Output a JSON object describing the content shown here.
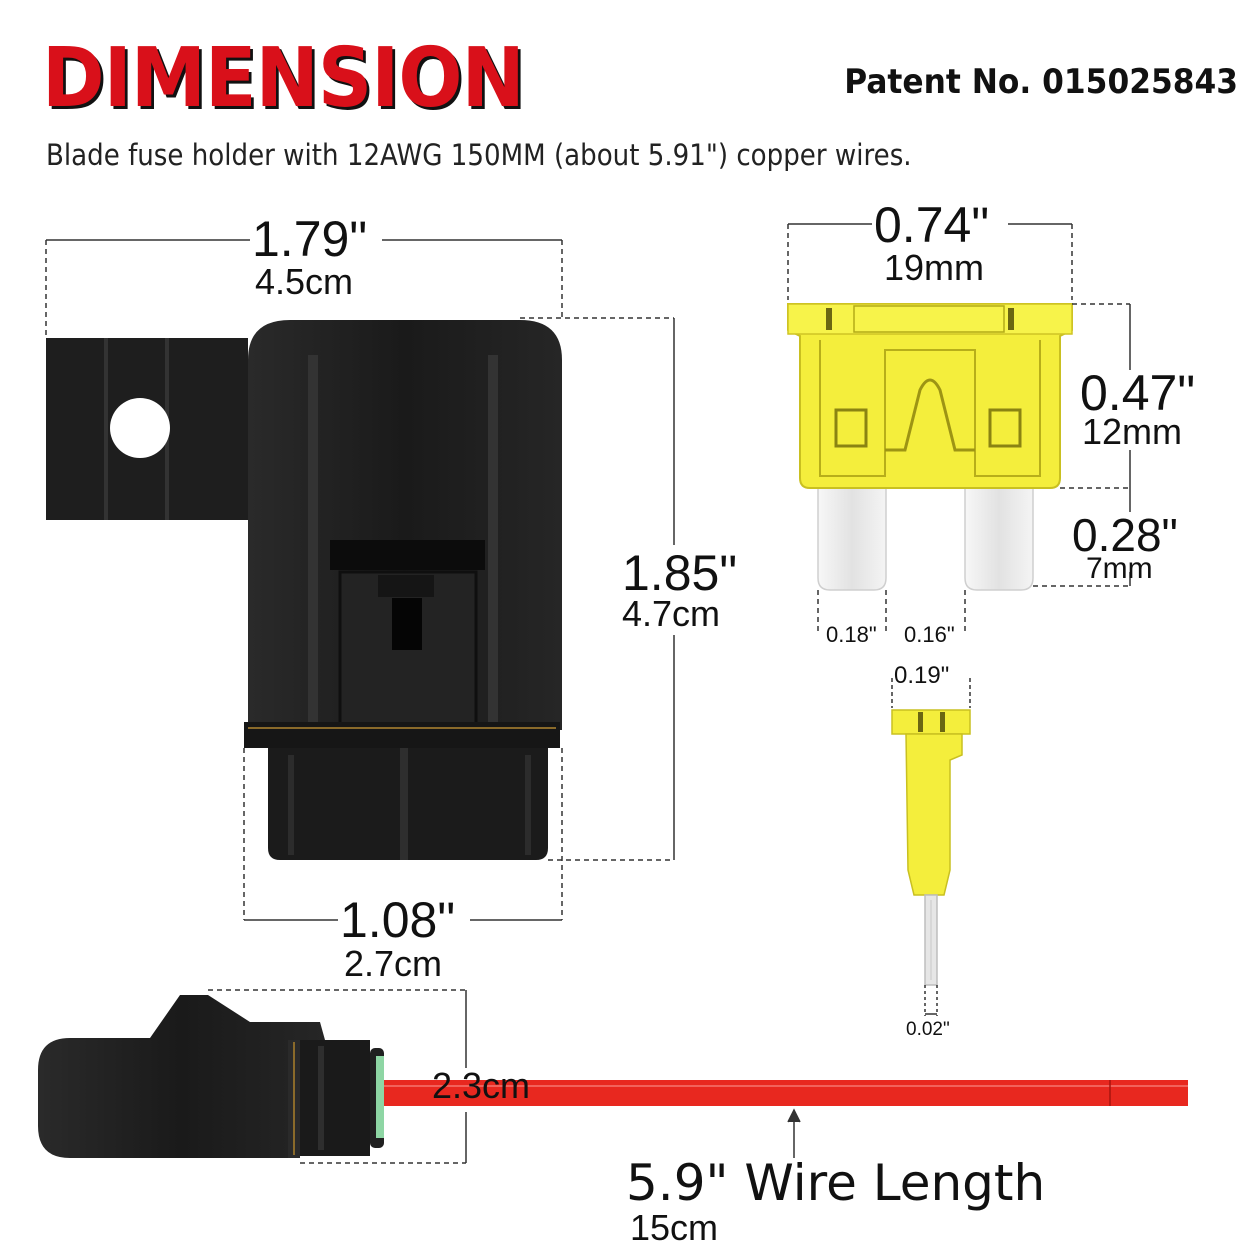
{
  "header": {
    "title": "DIMENSION",
    "patent": "Patent No. 015025843",
    "subtitle": "Blade fuse holder with 12AWG 150MM (about 5.91\") copper wires."
  },
  "holder_dimensions": {
    "width": {
      "inch": "1.79\"",
      "metric": "4.5cm"
    },
    "height": {
      "inch": "1.85\"",
      "metric": "4.7cm"
    },
    "base_width": {
      "inch": "1.08\"",
      "metric": "2.7cm"
    },
    "side_height": {
      "metric": "2.3cm"
    }
  },
  "fuse_dimensions": {
    "width": {
      "inch": "0.74\"",
      "metric": "19mm"
    },
    "body_height": {
      "inch": "0.47\"",
      "metric": "12mm"
    },
    "blade_length": {
      "inch": "0.28\"",
      "metric": "7mm"
    },
    "blade_width": {
      "inch": "0.18\""
    },
    "blade_gap": {
      "inch": "0.16\""
    },
    "thickness": {
      "inch": "0.19\""
    },
    "blade_thickness": {
      "inch": "0.02\""
    }
  },
  "wire": {
    "length_inch": "5.9\" Wire Length",
    "length_metric": "15cm"
  },
  "colors": {
    "title_red": "#d9101a",
    "holder_black": "#1c1c1c",
    "fuse_yellow": "#f4ee3c",
    "wire_red": "#e8281f",
    "blade_white": "#eeeeee"
  }
}
